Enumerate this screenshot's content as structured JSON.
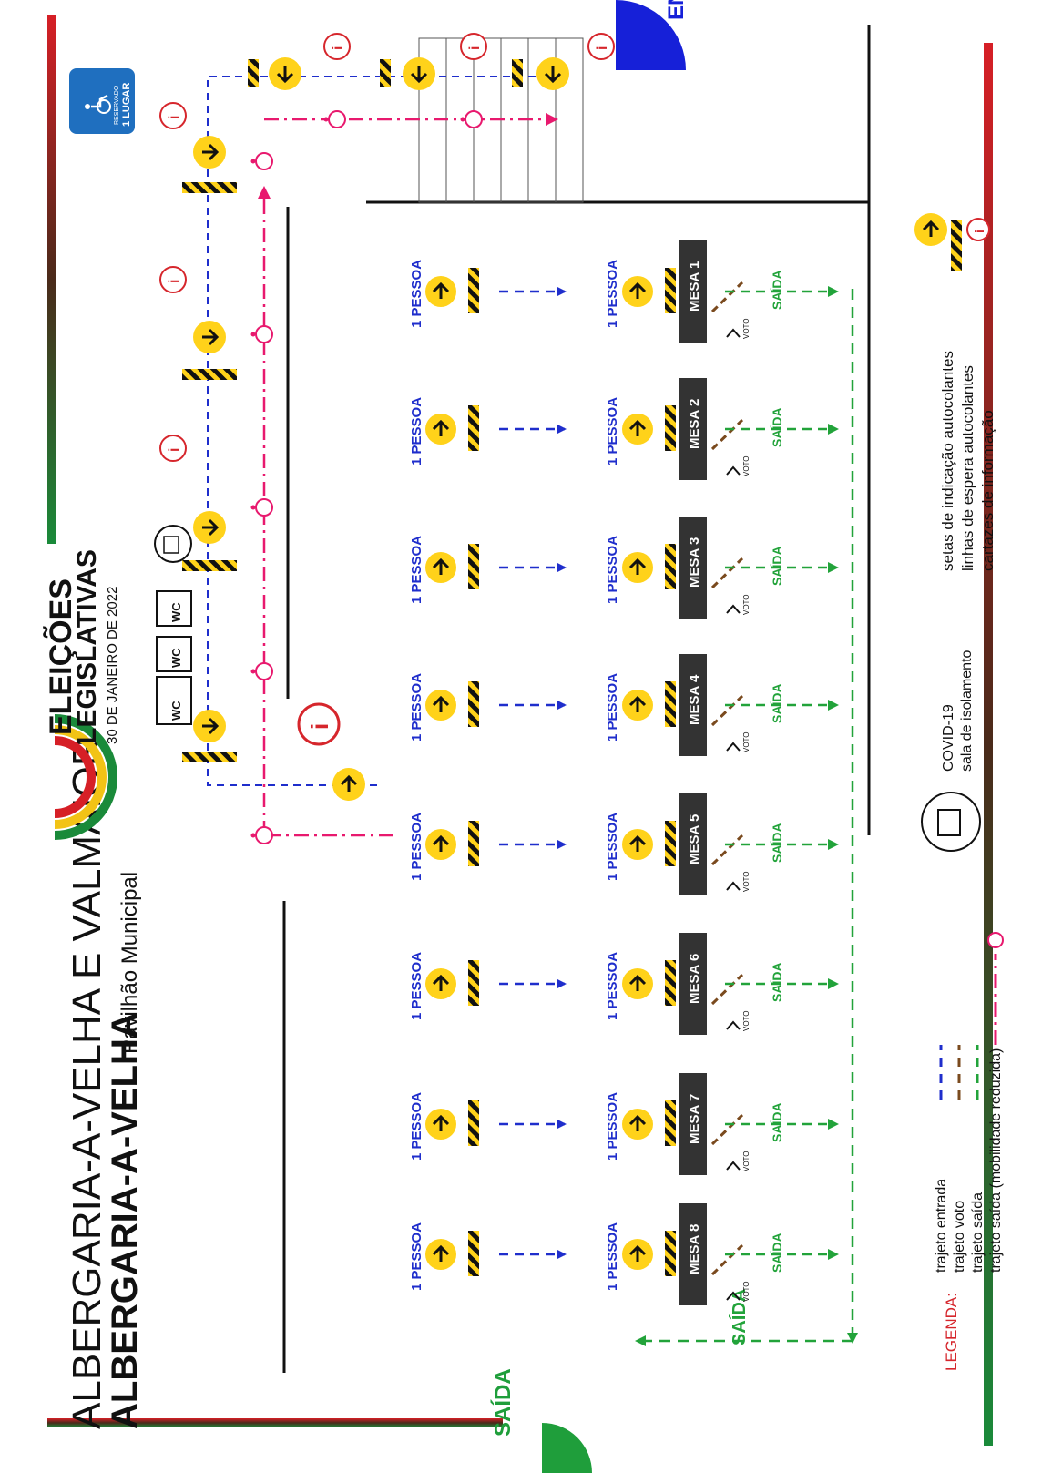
{
  "header": {
    "municipality": "ALBERGARIA-A-VELHA E VALMAIOR",
    "parish": "ALBERGARIA-A-VELHA",
    "venue": "Pavilhão Municipal"
  },
  "election": {
    "title_line1": "ELEIÇÕES",
    "title_line2": "LEGISLATIVAS",
    "date": "30 DE JANEIRO DE 2022"
  },
  "parking": {
    "reserved": "RESERVADO",
    "places": "1 LUGAR"
  },
  "entrance_label": "ENTRADA",
  "exit_label": "SAÍDA",
  "wc_label": "WC",
  "queue_label": "1 PESSOA",
  "vote_label": "VOTO",
  "table_exit_label": "SAÍDA",
  "tables": [
    {
      "label": "MESA 1"
    },
    {
      "label": "MESA 2"
    },
    {
      "label": "MESA 3"
    },
    {
      "label": "MESA 4"
    },
    {
      "label": "MESA 5"
    },
    {
      "label": "MESA 6"
    },
    {
      "label": "MESA 7"
    },
    {
      "label": "MESA 8"
    }
  ],
  "legend": {
    "title": "LEGENDA:",
    "routes": [
      {
        "label": "trajeto entrada",
        "color": "#1f2ecc"
      },
      {
        "label": "trajeto voto",
        "color": "#7a4a1e"
      },
      {
        "label": "trajeto saída",
        "color": "#22a33a"
      },
      {
        "label": "trajeto saída (mobilidade reduzida)",
        "color": "#e8196e"
      }
    ],
    "isolation_line1": "COVID-19",
    "isolation_line2": "sala de isolamento",
    "signage": [
      "setas de indicação autocolantes",
      "linhas de espera autocolantes",
      "cartazes de informação"
    ]
  },
  "colors": {
    "entry": "#1f2ecc",
    "vote": "#7a4a1e",
    "exit": "#22a33a",
    "reduced_mobility": "#e8196e",
    "arrow_yellow": "#ffd21a",
    "info_red": "#d6262c",
    "table": "#333333"
  },
  "icons": [
    "wheelchair-icon",
    "info-icon",
    "arrow-icon",
    "wait-line-icon",
    "isolation-box-icon",
    "toilet-icon",
    "ballot-box-icon"
  ]
}
